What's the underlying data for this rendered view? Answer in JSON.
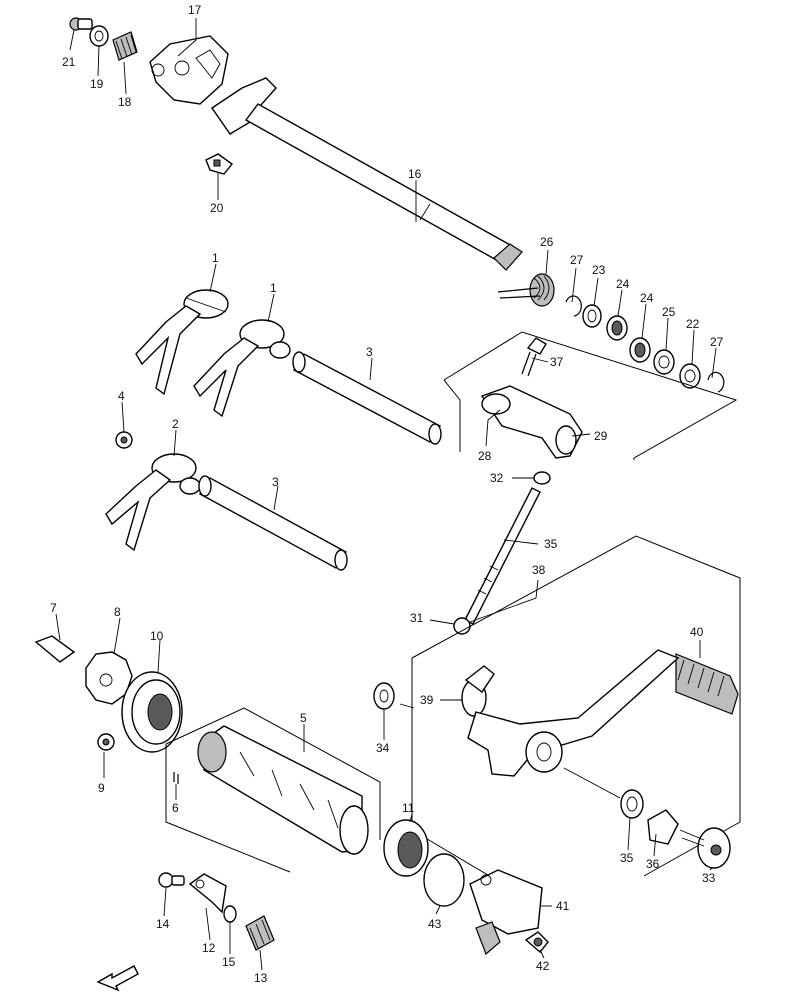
{
  "labels": {
    "l1a": "1",
    "l1b": "1",
    "l2": "2",
    "l3a": "3",
    "l3b": "3",
    "l4": "4",
    "l5": "5",
    "l6": "6",
    "l7": "7",
    "l8": "8",
    "l9": "9",
    "l10": "10",
    "l11": "11",
    "l12": "12",
    "l13": "13",
    "l14": "14",
    "l15": "15",
    "l16": "16",
    "l17": "17",
    "l18": "18",
    "l19": "19",
    "l20": "20",
    "l21": "21",
    "l22": "22",
    "l23": "23",
    "l24a": "24",
    "l24b": "24",
    "l25": "25",
    "l26": "26",
    "l27a": "27",
    "l27b": "27",
    "l28": "28",
    "l29": "29",
    "l31": "31",
    "l32": "32",
    "l33": "33",
    "l34": "34",
    "l35": "35",
    "l36": "36",
    "l37": "37",
    "l38": "38",
    "l39": "39",
    "l40": "40",
    "l41": "41",
    "l42": "42",
    "l43": "43",
    "l35b": "35"
  }
}
